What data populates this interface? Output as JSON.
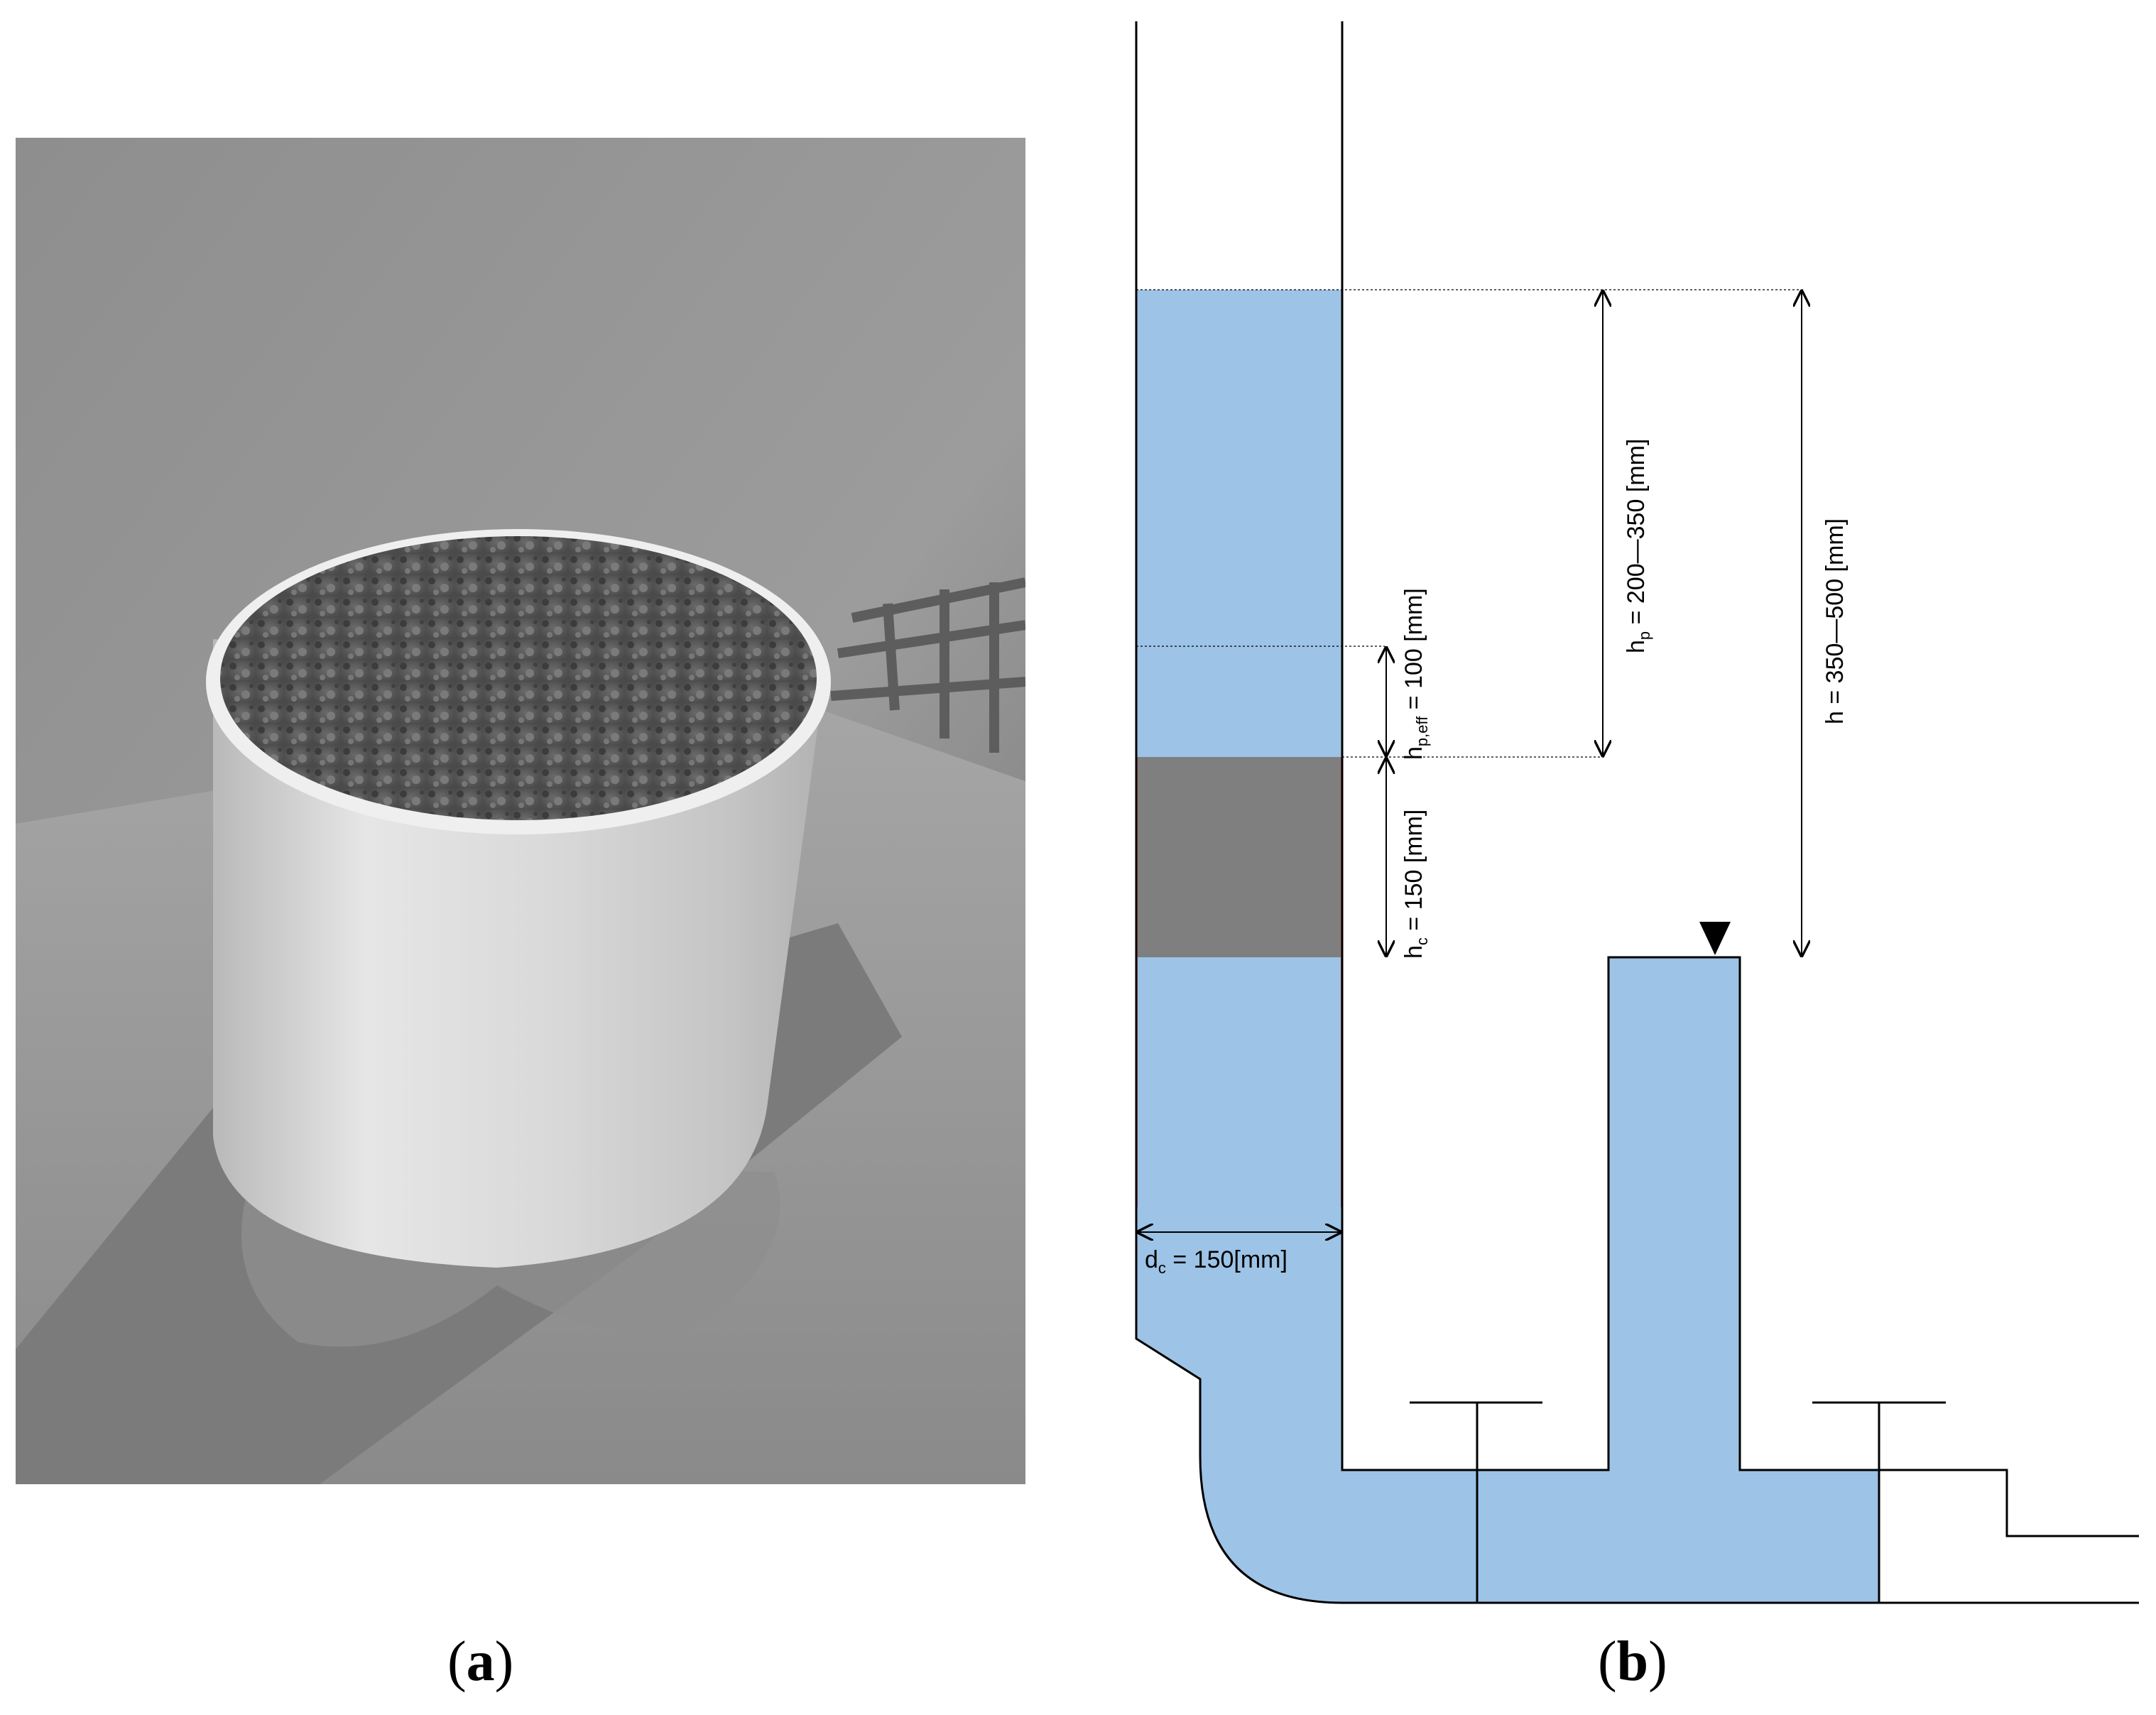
{
  "panels": {
    "a": {
      "label": "a"
    },
    "b": {
      "label": "b"
    }
  },
  "labels": {
    "hp_var": "h",
    "hp_sub": "p",
    "hp_value": " = 200—350 [mm]",
    "h_value": "h = 350—500 [mm]",
    "hpeff_var": "h",
    "hpeff_sub": "p,eff",
    "hpeff_value": " = 100 [mm]",
    "hc_var": "h",
    "hc_sub": "c",
    "hc_value": " = 150 [mm]",
    "dc_var": "d",
    "dc_sub": "c",
    "dc_value": " = 150[mm]"
  },
  "colors": {
    "water": "#9dc3e6",
    "concrete": "#7f7f7f",
    "line": "#000000"
  }
}
